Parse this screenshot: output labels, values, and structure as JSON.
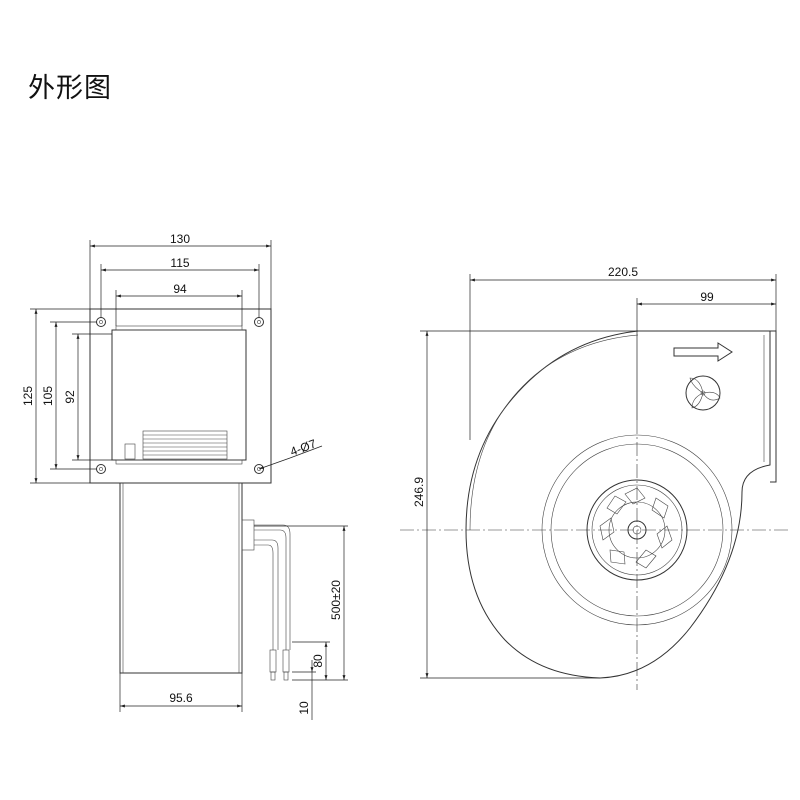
{
  "title": "外形图",
  "dimensions": {
    "front_outer_width": "130",
    "front_hole_pitch": "115",
    "front_opening_width": "94",
    "front_outer_height": "125",
    "front_hole_pitch_v": "105",
    "front_opening_height": "92",
    "mounting_holes": "4-Ø7",
    "motor_depth": "95.6",
    "lead_length": "500±20",
    "lead_strip": "80",
    "lead_end": "10",
    "side_total_width": "220.5",
    "side_outlet_offset": "99",
    "side_total_height": "246.9"
  },
  "icons": [
    "airflow-arrow-icon",
    "rotation-direction-icon"
  ]
}
